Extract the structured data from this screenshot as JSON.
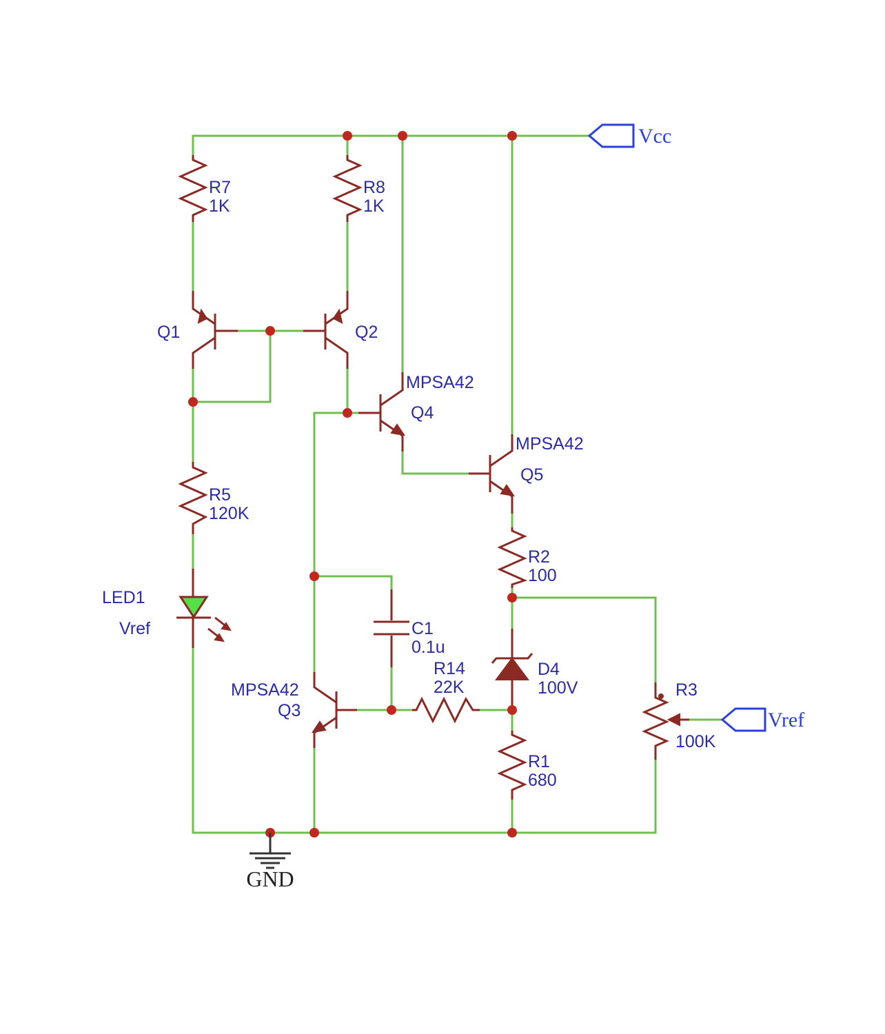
{
  "ports": {
    "vcc": "Vcc",
    "vref_in": "Vref",
    "gnd": "GND"
  },
  "components": {
    "r7": {
      "ref": "R7",
      "value": "1K"
    },
    "r8": {
      "ref": "R8",
      "value": "1K"
    },
    "r5": {
      "ref": "R5",
      "value": "120K"
    },
    "r2": {
      "ref": "R2",
      "value": "100"
    },
    "r14": {
      "ref": "R14",
      "value": "22K"
    },
    "r1": {
      "ref": "R1",
      "value": "680"
    },
    "r3": {
      "ref": "R3",
      "value": "100K"
    },
    "c1": {
      "ref": "C1",
      "value": "0.1u"
    },
    "d4": {
      "ref": "D4",
      "value": "100V"
    },
    "led1": {
      "ref": "LED1",
      "value": "Vref"
    },
    "q1": {
      "ref": "Q1"
    },
    "q2": {
      "ref": "Q2"
    },
    "q3": {
      "ref": "Q3",
      "part": "MPSA42"
    },
    "q4": {
      "ref": "Q4",
      "part": "MPSA42"
    },
    "q5": {
      "ref": "Q5",
      "part": "MPSA42"
    }
  },
  "colors": {
    "wire": "#6fbf4f",
    "component": "#8b2a24",
    "junction": "#c0281f",
    "label": "#2b2ba8",
    "port": "#2a3fe0",
    "led_fill": "#55e04a"
  }
}
